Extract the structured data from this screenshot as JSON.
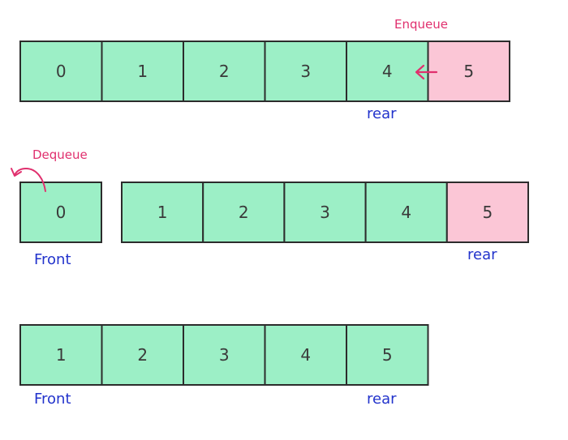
{
  "colors": {
    "cell": "#9cefc6",
    "new_cell": "#fbc6d6",
    "border": "#2c2c2c",
    "operation": "#e0306e",
    "pointer": "#2233cc"
  },
  "rows": [
    {
      "operation": "Enqueue",
      "cells": [
        "0",
        "1",
        "2",
        "3",
        "4",
        "5"
      ],
      "new_index": 5,
      "rear": "rear",
      "rear_index": 4
    },
    {
      "operation": "Dequeue",
      "removed": "0",
      "front": "Front",
      "cells": [
        "1",
        "2",
        "3",
        "4",
        "5"
      ],
      "new_index": 4,
      "rear": "rear",
      "rear_index": 4
    },
    {
      "cells": [
        "1",
        "2",
        "3",
        "4",
        "5"
      ],
      "front": "Front",
      "rear": "rear",
      "rear_index": 4
    }
  ]
}
